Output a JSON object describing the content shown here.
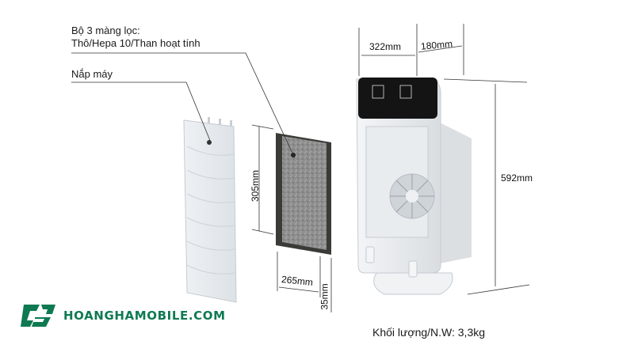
{
  "labels": {
    "filter_set_line1": "Bộ 3 màng lọc:",
    "filter_set_line2": "Thô/Hepa 10/Than hoạt tính",
    "cover": "Nắp máy",
    "weight": "Khối lượng/N.W: 3,3kg"
  },
  "dimensions": {
    "width": "322mm",
    "depth": "180mm",
    "height": "592mm",
    "filter_height": "305mm",
    "filter_width": "265mm",
    "filter_thickness": "35mm"
  },
  "brand": {
    "name": "HOANGHAMOBILE.COM",
    "color": "#0f7a52"
  }
}
